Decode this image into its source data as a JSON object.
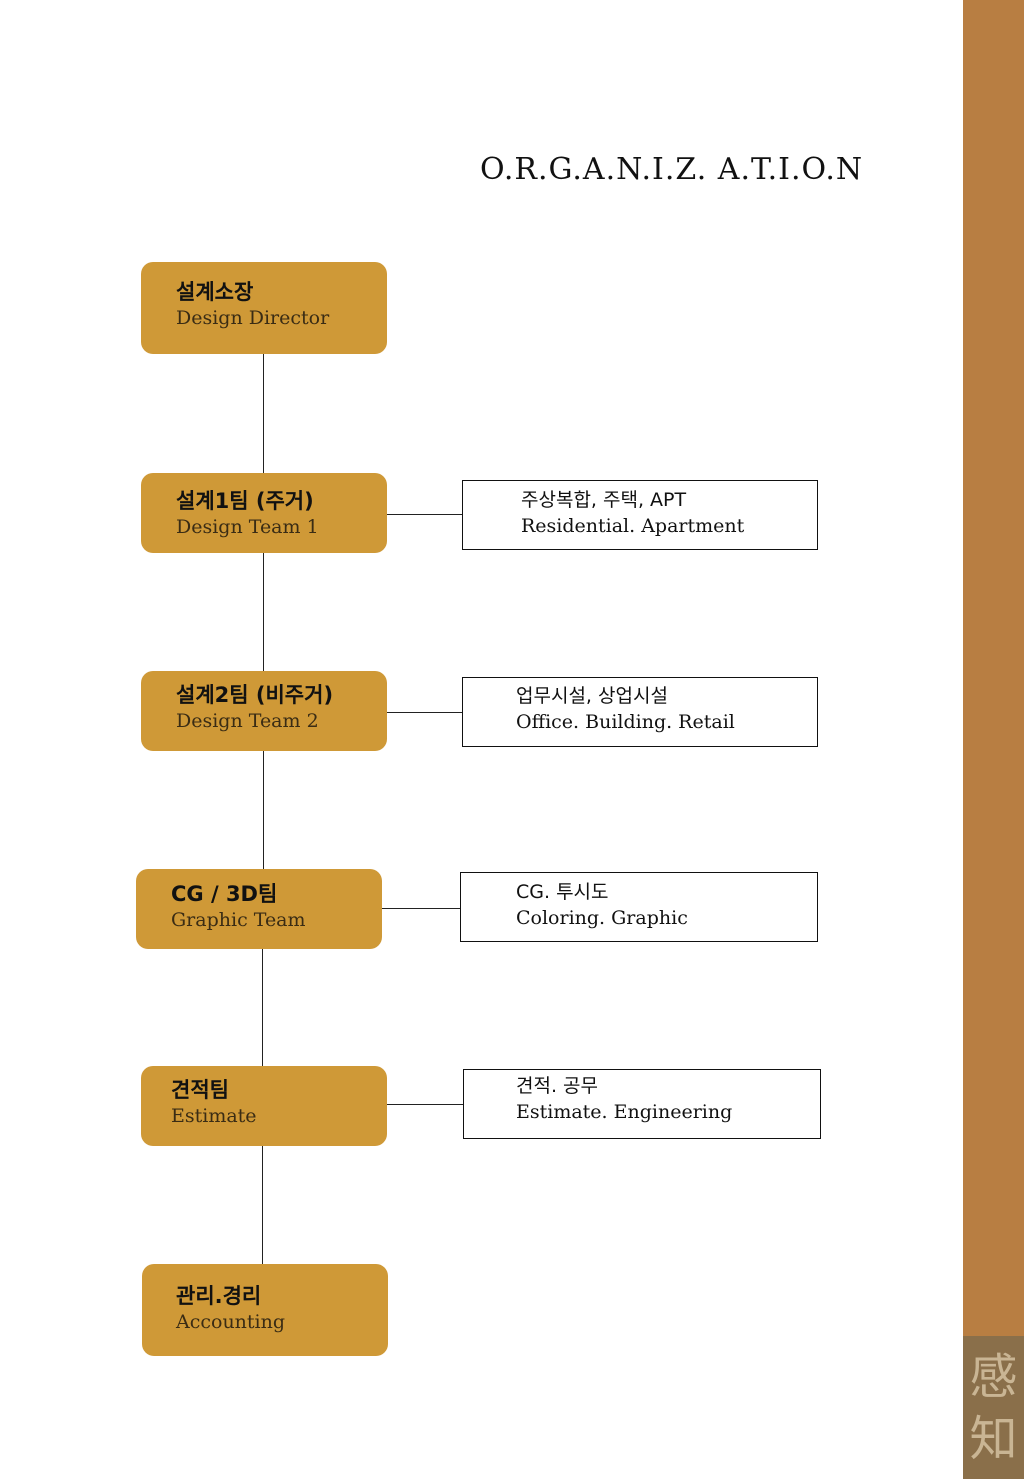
{
  "title": "O.R.G.A.N.I.Z. A.T.I.O.N",
  "seal": {
    "char1": "感",
    "char2": "知"
  },
  "nodes": [
    {
      "ko": "설계소장",
      "en": "Design Director"
    },
    {
      "ko": "설계1팀 (주거)",
      "en": "Design Team 1"
    },
    {
      "ko": "설계2팀 (비주거)",
      "en": "Design Team 2"
    },
    {
      "ko": "CG / 3D팀",
      "en": "Graphic Team"
    },
    {
      "ko": "견적팀",
      "en": "Estimate"
    },
    {
      "ko": "관리.경리",
      "en": "Accounting"
    }
  ],
  "descriptions": [
    {
      "ko": "주상복합, 주택, APT",
      "en": "Residential. Apartment"
    },
    {
      "ko": "업무시설, 상업시설",
      "en": "Office. Building. Retail"
    },
    {
      "ko": "CG. 투시도",
      "en": "Coloring. Graphic"
    },
    {
      "ko": "견적. 공무",
      "en": "Estimate. Engineering"
    }
  ],
  "colors": {
    "node_fill": "#cf9937",
    "side_band": "#b87e42",
    "seal_fill": "#8a6f4a"
  }
}
